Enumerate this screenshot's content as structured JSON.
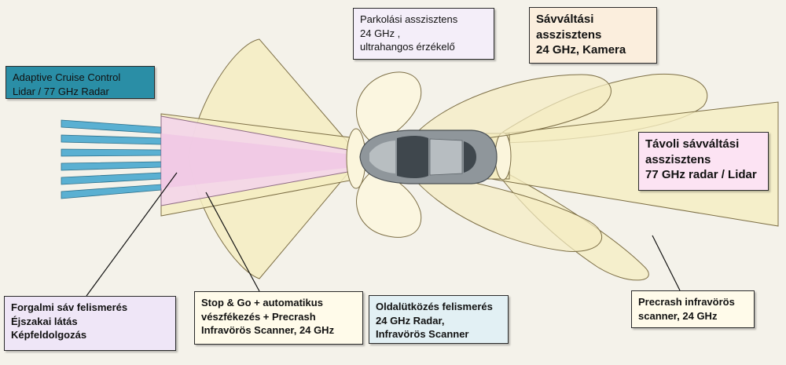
{
  "colors": {
    "background": "#f4f2ea",
    "beam_fill": "#f5edc2",
    "beam_stroke": "#7d6f46",
    "ir_fill": "#f3d3ec",
    "ir_stroke": "#8d6a84",
    "acc_box": "#2a8ea6",
    "lidar_beam": "#5ab0d2",
    "car_body": "#8f969b",
    "car_window": "#3f474d"
  },
  "labels": {
    "acc": {
      "lines": [
        "Adaptive Cruise Control",
        "Lidar / 77 GHz Radar"
      ],
      "bg": "#2a8ea6"
    },
    "parking": {
      "lines": [
        "Parkolási asszisztens",
        "24 GHz ,",
        "ultrahangos érzékelő"
      ],
      "bg": "#f4eef9"
    },
    "lane_change": {
      "lines": [
        "Sávváltási",
        "asszisztens",
        "24 GHz, Kamera"
      ],
      "bg": "#fbeedd"
    },
    "remote_lane_change": {
      "lines": [
        "Távoli sávváltási",
        "asszisztens",
        "77 GHz radar / Lidar"
      ],
      "bg": "#fce3f3"
    },
    "lane_recognition": {
      "lines": [
        "Forgalmi sáv felismerés",
        "Éjszakai látás",
        "Képfeldolgozás"
      ],
      "bg": "#efe6f7"
    },
    "stop_go": {
      "lines": [
        "Stop & Go + automatikus",
        "vészfékezés + Precrash",
        "Infravörös Scanner, 24 GHz"
      ],
      "bg": "#fffbea"
    },
    "side_impact": {
      "lines": [
        "Oldalütközés felismerés",
        "24 GHz Radar,",
        "Infravörös Scanner"
      ],
      "bg": "#e2f0f4"
    },
    "precrash_ir": {
      "lines": [
        "Precrash infravörös",
        "scanner, 24 GHz"
      ],
      "bg": "#fffbea"
    }
  }
}
